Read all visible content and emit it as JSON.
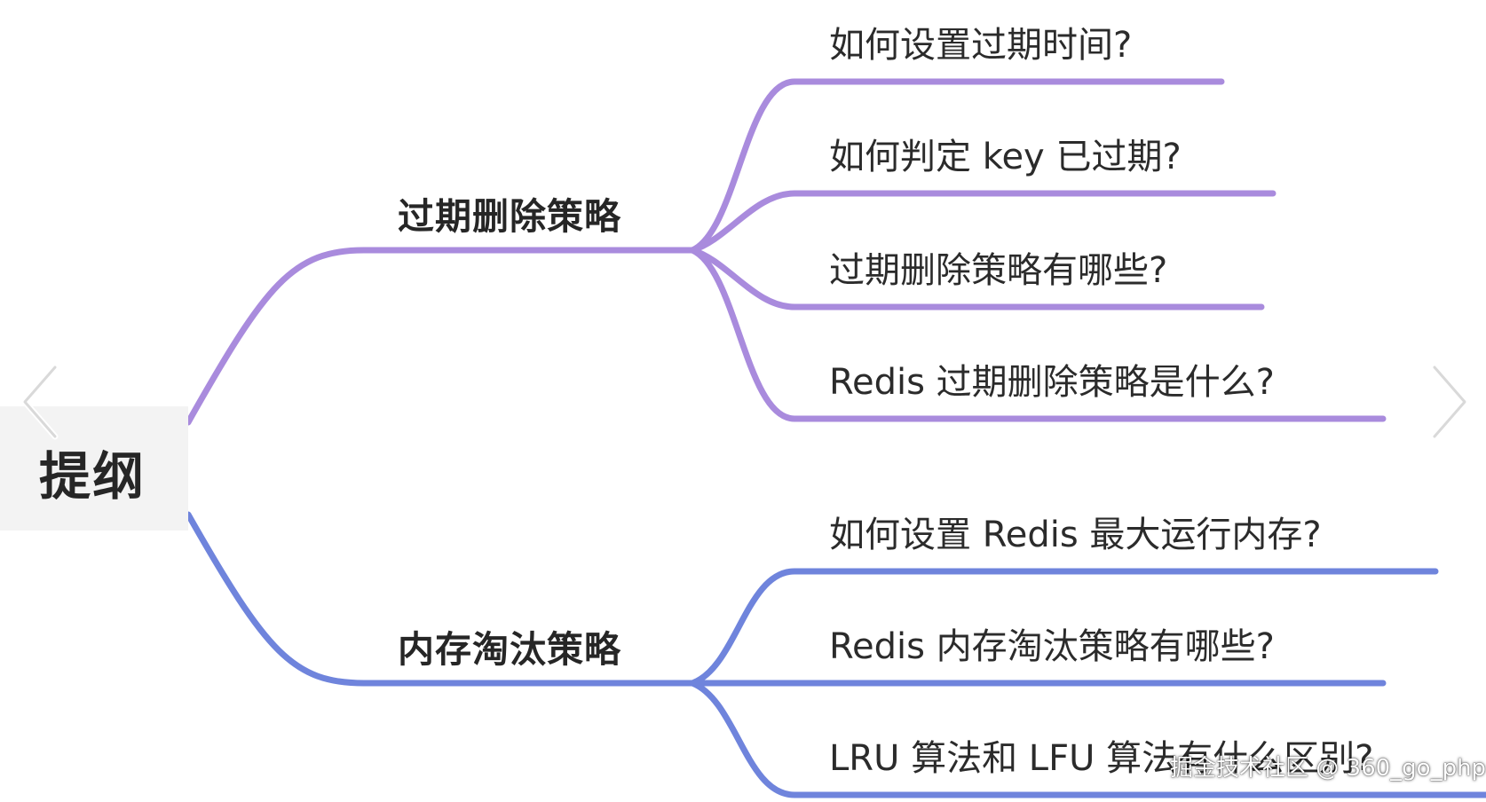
{
  "mindmap": {
    "root": {
      "label": "提纲"
    },
    "branches": [
      {
        "label": "过期删除策略",
        "color": "#a98bdd",
        "children": [
          "如何设置过期时间?",
          "如何判定 key 已过期?",
          "过期删除策略有哪些?",
          "Redis 过期删除策略是什么?"
        ]
      },
      {
        "label": "内存淘汰策略",
        "color": "#6f84dc",
        "children": [
          "如何设置 Redis 最大运行内存?",
          "Redis 内存淘汰策略有哪些?",
          "LRU 算法和 LFU 算法有什么区别?"
        ]
      }
    ]
  },
  "navigation": {
    "prev_icon": "chevron-left-icon",
    "next_icon": "chevron-right-icon"
  },
  "watermark": "掘金技术社区 @ 360_go_php"
}
